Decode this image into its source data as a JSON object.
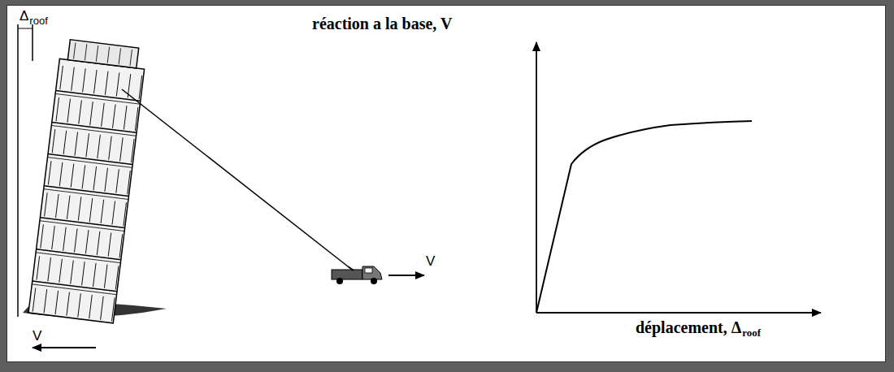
{
  "diagram": {
    "labels": [
      "Δ",
      "roof",
      "réaction a la base, V",
      "V",
      "V",
      "déplacement, Δ",
      "roof"
    ]
  }
}
